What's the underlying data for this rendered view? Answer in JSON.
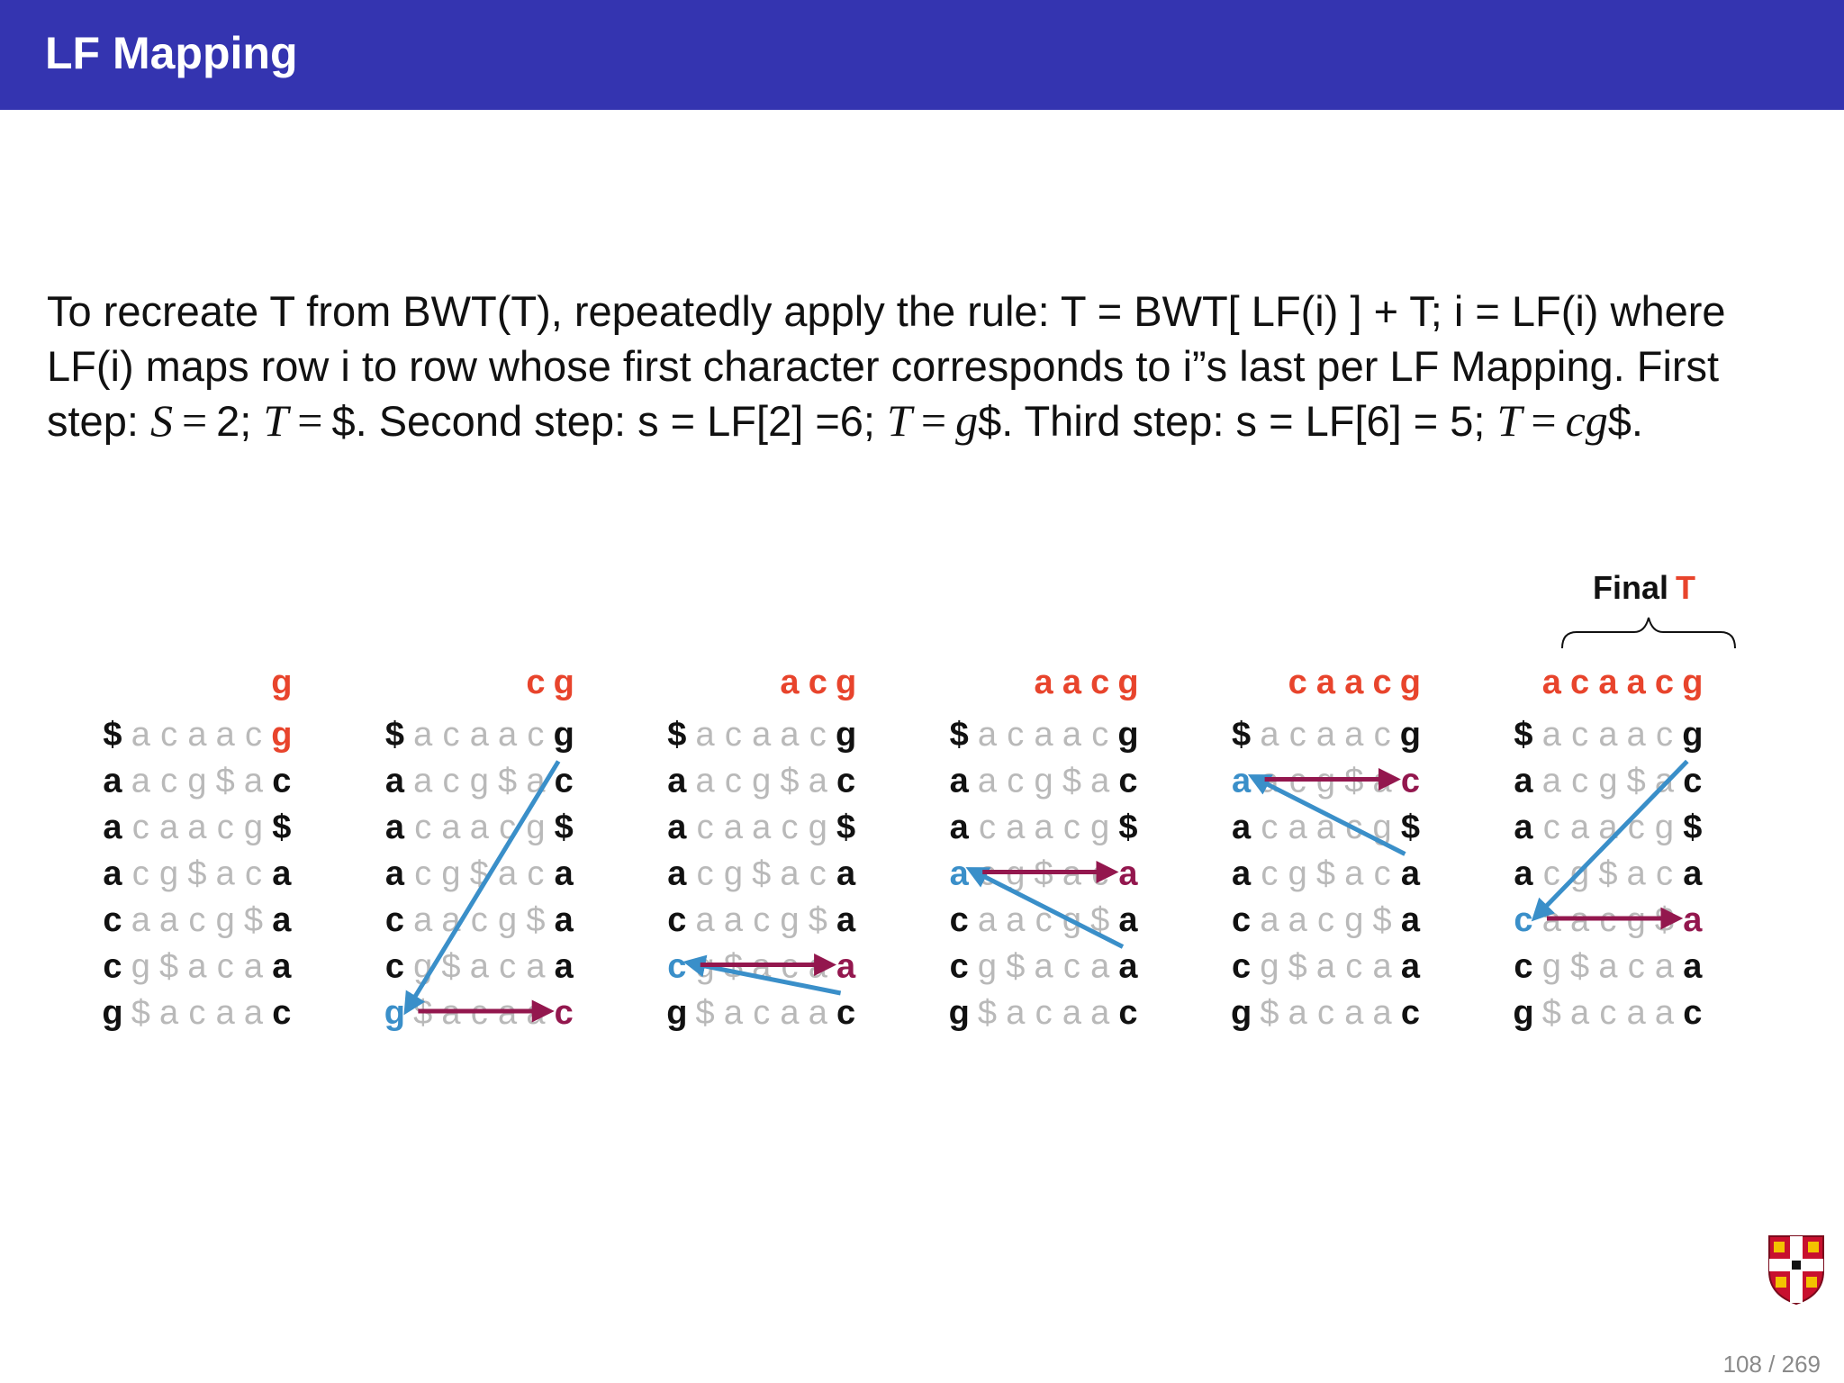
{
  "frame_title": "LF Mapping",
  "paragraph": {
    "s1": "To recreate T from BWT(T), repeatedly apply the rule: T = BWT[ LF(i) ] + T; i = LF(i) where LF(i) maps row i to row whose first character corresponds to i”s last per LF Mapping. First step: ",
    "m1_var": "S",
    "m1_eq": "=",
    "m1_val": "2; ",
    "m2_var": "T",
    "m2_eq": "=",
    "m2_val": "$. Second step: s = LF[2] =6; ",
    "m3_var": "T",
    "m3_eq": "=",
    "m3_ital": "g",
    "m3_rest": "$. Third step: s = LF[6] = 5; ",
    "m4_var": "T",
    "m4_eq": "=",
    "m4_ital": "cg",
    "m4_rest": "$."
  },
  "figure": {
    "final_label": "Final",
    "final_T": "T",
    "panels": [
      {
        "header": "g"
      },
      {
        "header": "cg"
      },
      {
        "header": "acg"
      },
      {
        "header": "aacg"
      },
      {
        "header": "caacg"
      },
      {
        "header": "acaacg"
      }
    ],
    "rows": [
      "$acaacg",
      "aacg$ac",
      "acaacg$",
      "acg$aca",
      "caacg$a",
      "cg$acaa",
      "g$acaac"
    ],
    "colors": {
      "header": "#e8442c",
      "blue": "#3a8fc9",
      "maroon": "#93174e",
      "gray": "#b9b9b9",
      "black": "#111111"
    }
  },
  "page_number": "108 / 269"
}
